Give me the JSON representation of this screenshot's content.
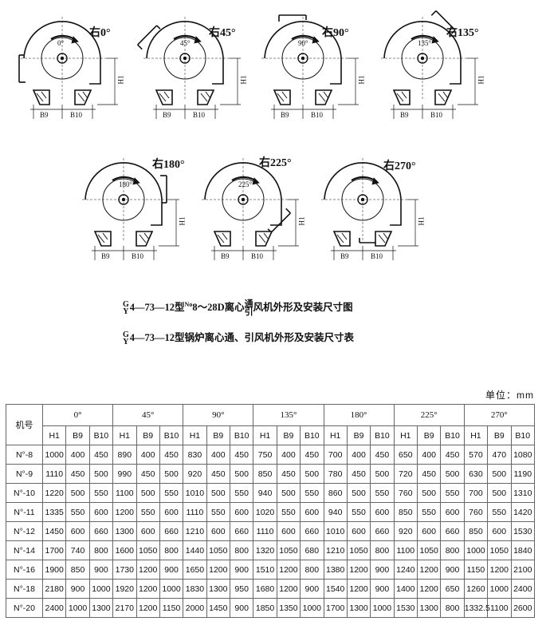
{
  "diagrams": [
    {
      "angle_label": "右0°",
      "inner_label": "0°",
      "h1": "H1",
      "b9": "B9",
      "b10": "B10"
    },
    {
      "angle_label": "右45°",
      "inner_label": "45°",
      "h1": "H1",
      "b9": "B9",
      "b10": "B10"
    },
    {
      "angle_label": "右90°",
      "inner_label": "90°",
      "h1": "H1",
      "b9": "B9",
      "b10": "B10"
    },
    {
      "angle_label": "右135°",
      "inner_label": "135°",
      "h1": "H1",
      "b9": "B9",
      "b10": "B10"
    },
    {
      "angle_label": "右180°",
      "inner_label": "180°",
      "h1": "H1",
      "b9": "B9",
      "b10": "B10"
    },
    {
      "angle_label": "右225°",
      "inner_label": "225°",
      "h1": "H1",
      "b9": "B9",
      "b10": "B10"
    },
    {
      "angle_label": "右270°",
      "inner_label": "",
      "h1": "H1",
      "b9": "B9",
      "b10": "B10"
    }
  ],
  "caption1": {
    "g": "G",
    "y": "Y",
    "model": "4—73—12型",
    "no": "No",
    "rest": "8～28D离心",
    "tong": "通",
    "yin": "引",
    "tail": "风机外形及安装尺寸图"
  },
  "caption2": {
    "g": "G",
    "y": "Y",
    "text": "4—73—12型锅炉离心通、引风机外形及安装尺寸表"
  },
  "unit_label": "单位：mm",
  "table": {
    "machine_header": "机号",
    "angles": [
      "0°",
      "45°",
      "90°",
      "135°",
      "180°",
      "225°",
      "270°"
    ],
    "subheaders": [
      "H1",
      "B9",
      "B10"
    ],
    "rows": [
      [
        "N°-8",
        "1000",
        "400",
        "450",
        "890",
        "400",
        "450",
        "830",
        "400",
        "450",
        "750",
        "400",
        "450",
        "700",
        "400",
        "450",
        "650",
        "400",
        "450",
        "570",
        "470",
        "1080"
      ],
      [
        "N°-9",
        "1110",
        "450",
        "500",
        "990",
        "450",
        "500",
        "920",
        "450",
        "500",
        "850",
        "450",
        "500",
        "780",
        "450",
        "500",
        "720",
        "450",
        "500",
        "630",
        "500",
        "1190"
      ],
      [
        "N°-10",
        "1220",
        "500",
        "550",
        "1100",
        "500",
        "550",
        "1010",
        "500",
        "550",
        "940",
        "500",
        "550",
        "860",
        "500",
        "550",
        "760",
        "500",
        "550",
        "700",
        "500",
        "1310"
      ],
      [
        "N°-11",
        "1335",
        "550",
        "600",
        "1200",
        "550",
        "600",
        "1110",
        "550",
        "600",
        "1020",
        "550",
        "600",
        "940",
        "550",
        "600",
        "850",
        "550",
        "600",
        "760",
        "550",
        "1420"
      ],
      [
        "N°-12",
        "1450",
        "600",
        "660",
        "1300",
        "600",
        "660",
        "1210",
        "600",
        "660",
        "1110",
        "600",
        "660",
        "1010",
        "600",
        "660",
        "920",
        "600",
        "660",
        "850",
        "600",
        "1530"
      ],
      [
        "N°-14",
        "1700",
        "740",
        "800",
        "1600",
        "1050",
        "800",
        "1440",
        "1050",
        "800",
        "1320",
        "1050",
        "680",
        "1210",
        "1050",
        "800",
        "1100",
        "1050",
        "800",
        "1000",
        "1050",
        "1840"
      ],
      [
        "N°-16",
        "1900",
        "850",
        "900",
        "1730",
        "1200",
        "900",
        "1650",
        "1200",
        "900",
        "1510",
        "1200",
        "800",
        "1380",
        "1200",
        "900",
        "1240",
        "1200",
        "900",
        "1150",
        "1200",
        "2100"
      ],
      [
        "N°-18",
        "2180",
        "900",
        "1000",
        "1920",
        "1200",
        "1000",
        "1830",
        "1300",
        "950",
        "1680",
        "1200",
        "900",
        "1540",
        "1200",
        "900",
        "1400",
        "1200",
        "650",
        "1260",
        "1000",
        "2400"
      ],
      [
        "N°-20",
        "2400",
        "1000",
        "1300",
        "2170",
        "1200",
        "1150",
        "2000",
        "1450",
        "900",
        "1850",
        "1350",
        "1000",
        "1700",
        "1300",
        "1000",
        "1530",
        "1300",
        "800",
        "1332.5",
        "1100",
        "2600"
      ]
    ]
  }
}
